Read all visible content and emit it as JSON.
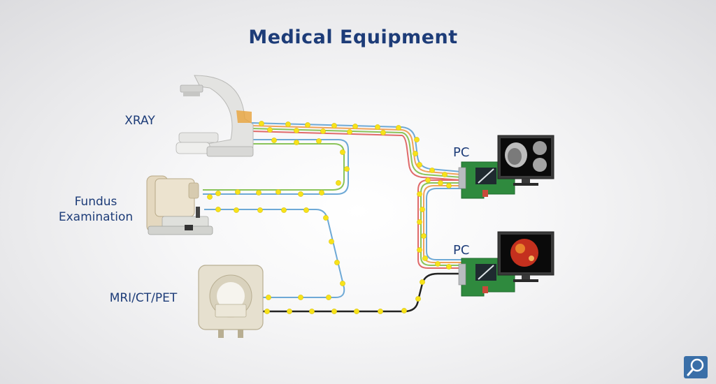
{
  "title": "Medical Equipment",
  "devices": {
    "xray": "XRAY",
    "fundus_line1": "Fundus",
    "fundus_line2": "Examination",
    "mri": "MRI/CT/PET"
  },
  "pcs": [
    {
      "label": "PC",
      "monitor_image": "brain-mri-scan"
    },
    {
      "label": "PC",
      "monitor_image": "retina-fundus-photo"
    }
  ],
  "colors": {
    "title": "#1d3c78",
    "cable_blue": "#6ea9d6",
    "cable_green": "#8ac45a",
    "cable_orange": "#f0a35a",
    "cable_red": "#e06a6a",
    "cable_black": "#222222",
    "connector_dot": "#f7e21a",
    "capture_card": "#2f8a3e",
    "logo": "#3a6fa8"
  },
  "logo_icon": "magnifier-logo-icon"
}
